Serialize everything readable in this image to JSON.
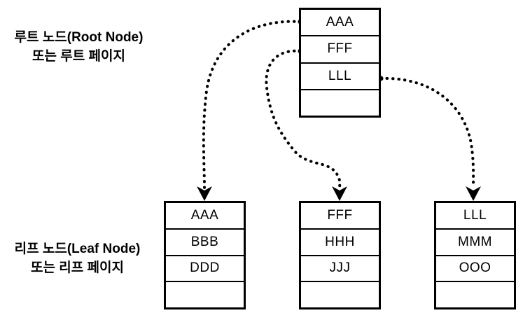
{
  "diagram": {
    "title_hidden": "",
    "labels": [
      {
        "name": "root-node-label",
        "line1": "루트 노드(Root Node)",
        "line2": "또는 루트 페이지"
      },
      {
        "name": "leaf-node-label",
        "line1": "리프 노드(Leaf Node)",
        "line2": "또는 리프 페이지"
      }
    ],
    "nodes": {
      "root": {
        "cells": [
          "AAA",
          "FFF",
          "LLL",
          ""
        ]
      },
      "leaf1": {
        "cells": [
          "AAA",
          "BBB",
          "DDD",
          ""
        ]
      },
      "leaf2": {
        "cells": [
          "FFF",
          "HHH",
          "JJJ",
          ""
        ]
      },
      "leaf3": {
        "cells": [
          "LLL",
          "MMM",
          "OOO",
          ""
        ]
      }
    },
    "edges": [
      {
        "name": "edge-aaa",
        "from": "root.AAA",
        "to": "leaf1"
      },
      {
        "name": "edge-fff",
        "from": "root.FFF",
        "to": "leaf2"
      },
      {
        "name": "edge-lll",
        "from": "root.LLL",
        "to": "leaf3"
      }
    ],
    "colors": {
      "line": "#000000",
      "background": "#ffffff",
      "text": "#000000"
    }
  }
}
